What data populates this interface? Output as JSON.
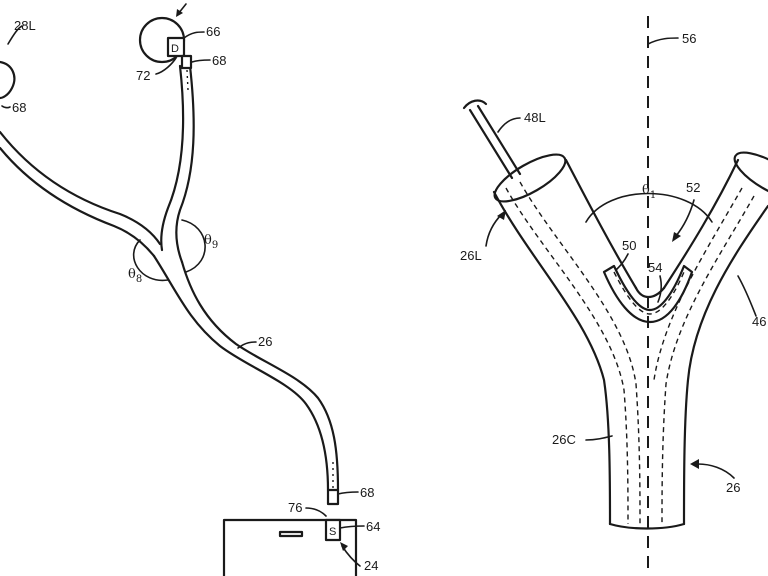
{
  "left_figure": {
    "labels": {
      "l28L": "28L",
      "l68a": "68",
      "l66": "66",
      "l68b": "68",
      "l72": "72",
      "l26": "26",
      "l76": "76",
      "l68c": "68",
      "l64": "64",
      "l24": "24",
      "theta9": "θ9",
      "theta8": "θ8",
      "box_D": "D",
      "box_S": "S"
    }
  },
  "right_figure": {
    "labels": {
      "l56": "56",
      "l48L": "48L",
      "l26L": "26L",
      "theta1": "θ1",
      "l52": "52",
      "l50": "50",
      "l54": "54",
      "l46": "46",
      "l26C": "26C",
      "l26": "26"
    }
  }
}
